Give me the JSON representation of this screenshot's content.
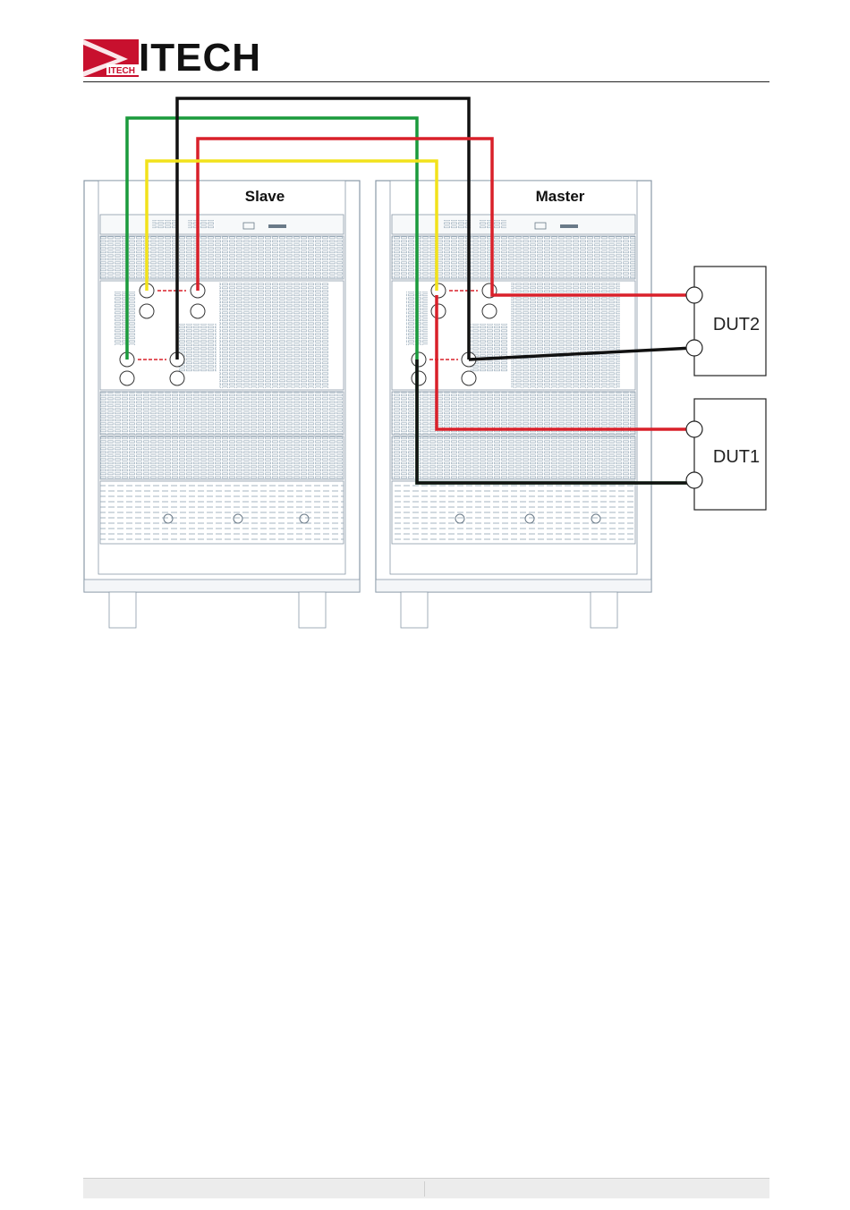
{
  "header": {
    "logo_text": "ITECH",
    "logo_box_text": "ITECH"
  },
  "cabinets": {
    "slave_label": "Slave",
    "master_label": "Master"
  },
  "duts": {
    "dut2_label": "DUT2",
    "dut1_label": "DUT1"
  },
  "colors": {
    "green_wire": "#1a9a3c",
    "black_wire": "#111111",
    "red_wire": "#d9202a",
    "yellow_wire": "#f2e21b",
    "cabinet_line": "#8a9aa8",
    "logo_red": "#c8102e"
  }
}
